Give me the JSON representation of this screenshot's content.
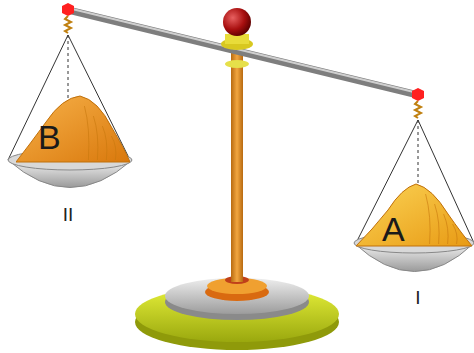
{
  "diagram": {
    "nodes": [
      {
        "text": [
          "B"
        ]
      },
      {
        "text": [
          "A"
        ]
      }
    ],
    "labels": [
      "II",
      "I"
    ]
  }
}
